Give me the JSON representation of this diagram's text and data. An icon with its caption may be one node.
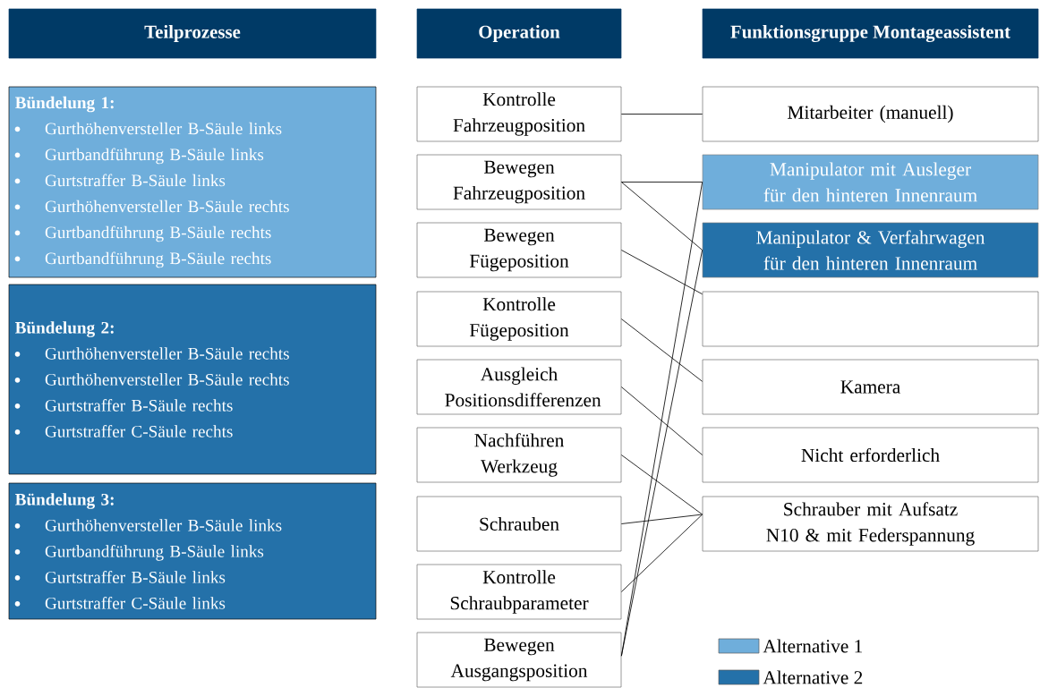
{
  "diagram": {
    "nodes": [
      {
        "text": [
          "Teilprozesse"
        ]
      },
      {
        "text": [
          "Operation"
        ]
      },
      {
        "text": [
          "Funktionsgruppe Montageassistent"
        ]
      },
      {
        "text": [
          "Bündelung 1:",
          "Gurthöhenversteller B-Säule links",
          "Gurtbandführung B-Säule links",
          "Gurtstraffer B-Säule links",
          "Gurthöhenversteller B-Säule rechts",
          "Gurtbandführung B-Säule rechts",
          "Gurtbandführung B-Säule rechts"
        ]
      },
      {
        "text": [
          "Bündelung 2:",
          "Gurthöhenversteller B-Säule rechts",
          "Gurthöhenversteller B-Säule rechts",
          "Gurtstraffer B-Säule rechts",
          "Gurtstraffer C-Säule rechts"
        ]
      },
      {
        "text": [
          "Bündelung 3:",
          "Gurthöhenversteller B-Säule links",
          "Gurtbandführung B-Säule links",
          "Gurtstraffer B-Säule links",
          "Gurtstraffer C-Säule links"
        ]
      },
      {
        "text": [
          "Kontrolle Fahrzeugposition"
        ]
      },
      {
        "text": [
          "Bewegen Fahrzeugposition"
        ]
      },
      {
        "text": [
          "Bewegen Fügeposition"
        ]
      },
      {
        "text": [
          "Kontrolle Fügeposition"
        ]
      },
      {
        "text": [
          "Ausgleich Positionsdifferenzen"
        ]
      },
      {
        "text": [
          "Nachführen Werkzeug"
        ]
      },
      {
        "text": [
          "Schrauben"
        ]
      },
      {
        "text": [
          "Kontrolle Schraubparameter"
        ]
      },
      {
        "text": [
          "Bewegen Ausgangsposition"
        ]
      },
      {
        "text": [
          "Mitarbeiter (manuell)"
        ]
      },
      {
        "text": [
          "Manipulator mit Ausleger für den hinteren Innenraum"
        ]
      },
      {
        "text": [
          "Manipulator & Verfahrwagen für den hinteren Innenraum"
        ]
      },
      {
        "text": [],
        "shape": "box"
      },
      {
        "text": [
          "Kamera"
        ]
      },
      {
        "text": [
          "Nicht erforderlich"
        ]
      },
      {
        "text": [
          "Schrauber mit Aufsatz N10 & mit Federspannung"
        ]
      }
    ],
    "edges": [
      {
        "from": 6,
        "to": 15,
        "arrow": "none"
      },
      {
        "from": 7,
        "to": 16,
        "arrow": "none"
      },
      {
        "from": 7,
        "to": 17,
        "arrow": "none"
      },
      {
        "from": 8,
        "to": 18,
        "arrow": "none"
      },
      {
        "from": 9,
        "to": 19,
        "arrow": "none"
      },
      {
        "from": 10,
        "to": 20,
        "arrow": "none"
      },
      {
        "from": 11,
        "to": 21,
        "arrow": "none"
      },
      {
        "from": 12,
        "to": 21,
        "arrow": "none"
      },
      {
        "from": 13,
        "to": 21,
        "arrow": "none"
      },
      {
        "from": 14,
        "to": 16,
        "arrow": "none"
      },
      {
        "from": 14,
        "to": 17,
        "arrow": "none"
      }
    ],
    "legend": [
      {
        "text": "Alternative 1",
        "color": "#6faedb"
      },
      {
        "text": "Alternative 2",
        "color": "#2471a9"
      }
    ]
  }
}
